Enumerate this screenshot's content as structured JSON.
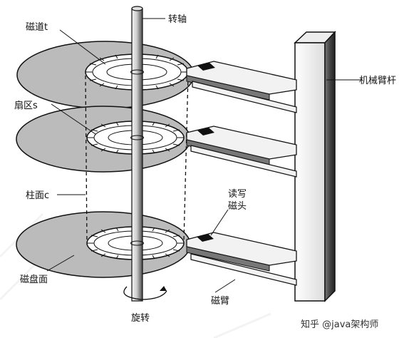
{
  "labels": {
    "spindle": "转轴",
    "track": "磁道t",
    "arm": "机械臂杆",
    "sector": "扇区s",
    "cylinder": "柱面c",
    "head_line1": "读写",
    "head_line2": "磁头",
    "surface": "磁盘面",
    "rotation": "旋转",
    "head_arm": "磁臂"
  },
  "watermark": "知乎 @java架构师",
  "colors": {
    "platter": "#b9b9b9",
    "platter_stroke": "#111111",
    "ring_fill": "#ffffff",
    "metal_light": "#f2f2f2",
    "metal_dark": "#555555",
    "head": "#111111"
  }
}
